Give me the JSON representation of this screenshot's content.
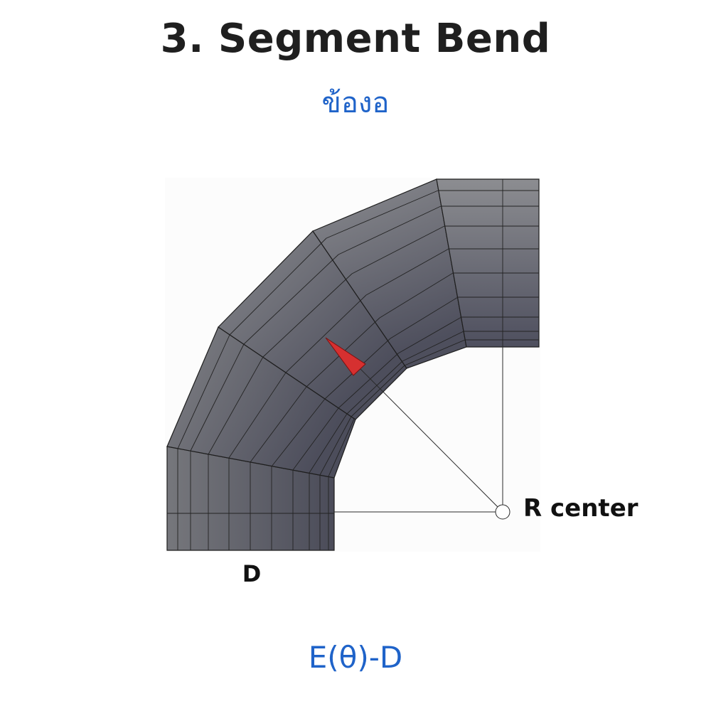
{
  "header": {
    "title": "3. Segment Bend",
    "subtitle": "ข้องอ"
  },
  "diagram": {
    "center_label": "R center",
    "diameter_label": "D"
  },
  "footer": {
    "code": "E(θ)-D"
  },
  "colors": {
    "title": "#1f1f1f",
    "accent": "#1f63c9",
    "pipe_light": "#8a8a8e",
    "pipe_dark": "#4a4c5a",
    "pointer": "#d63030"
  }
}
